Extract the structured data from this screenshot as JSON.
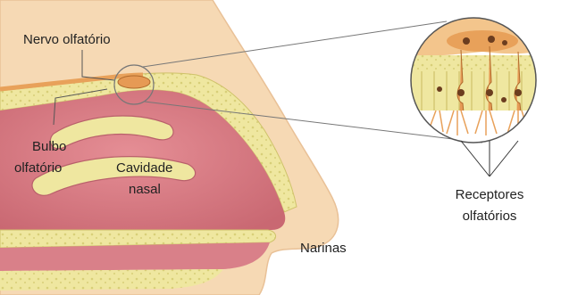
{
  "labels": {
    "nervo_olfatorio": "Nervo olfatório",
    "bulbo_line1": "Bulbo",
    "bulbo_line2": "olfatório",
    "cavidade_line1": "Cavidade",
    "cavidade_line2": "nasal",
    "receptores_line1": "Receptores",
    "receptores_line2": "olfatórios",
    "narinas": "Narinas"
  },
  "colors": {
    "skin": "#f6d9b4",
    "skin_edge": "#e9c197",
    "bone": "#efe7a0",
    "bone_spot": "#d8cf78",
    "cavity": "#d98089",
    "cavity_dark": "#b9606b",
    "nerve": "#e8a15a",
    "cell_body": "#e69a55",
    "nucleus": "#6b3d1f",
    "leader": "#555555"
  }
}
